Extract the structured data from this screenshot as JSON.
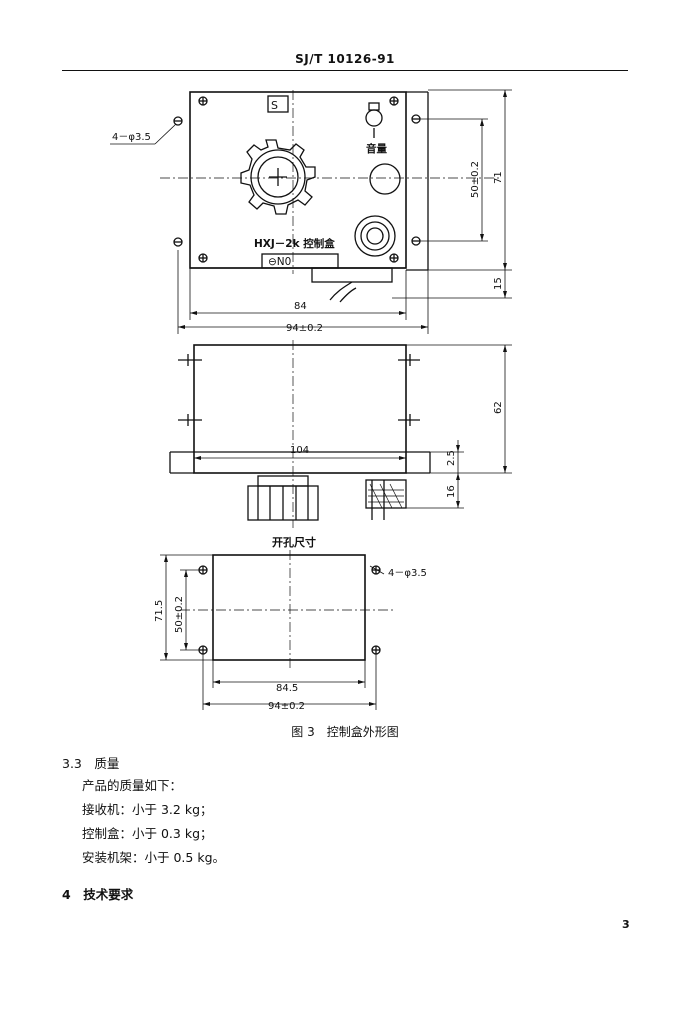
{
  "header": {
    "code": "SJ/T 10126-91"
  },
  "figure": {
    "labels": {
      "holes_top": "4－φ3.5",
      "switch_label": "S",
      "volume": "音量",
      "box_name": "HXJ－2k 控制盒",
      "terminal": "⊖N0",
      "dim_84": "84",
      "dim_94": "94±0.2",
      "dim_50": "50±0.2",
      "dim_71": "71",
      "dim_15": "15",
      "dim_104": "104",
      "dim_62": "62",
      "dim_2_5": "2.5",
      "dim_16": "16",
      "cutout_title": "开孔尺寸",
      "holes_bottom": "4－φ3.5",
      "dim_71_5": "71.5",
      "dim_50_b": "50±0.2",
      "dim_84_5": "84.5",
      "dim_94_b": "94±0.2"
    },
    "caption": "图 3　控制盒外形图"
  },
  "section": {
    "number_title": "3.3　质量",
    "intro": "产品的质量如下：",
    "items": [
      "接收机：小于 3.2 kg；",
      "控制盒：小于 0.3 kg；",
      "安装机架：小于 0.5 kg。"
    ]
  },
  "next_section": "4　技术要求",
  "page_number": "3"
}
